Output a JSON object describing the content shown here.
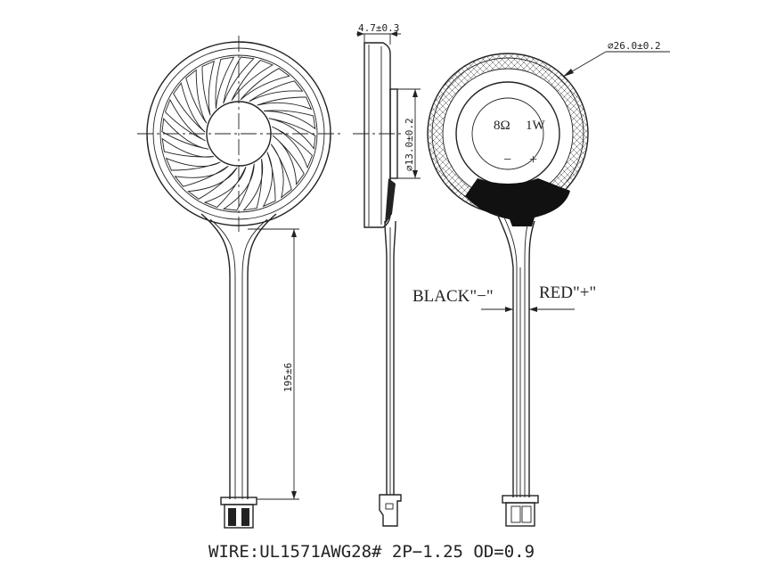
{
  "drawing": {
    "side_thickness": "4.7±0.3",
    "magnet_diameter": "⌀13.0±0.2",
    "outer_diameter": "⌀26.0±0.2",
    "wire_length": "195±6",
    "rating_impedance": "8Ω",
    "rating_power": "1W",
    "terminal_minus": "−",
    "terminal_plus": "+",
    "wire_black": "BLACK\"−\"",
    "wire_red": "RED\"+\"",
    "wire_spec": "WIRE:UL1571AWG28# 2P−1.25 OD=0.9"
  },
  "colors": {
    "ink": "#222222",
    "background": "#ffffff"
  }
}
